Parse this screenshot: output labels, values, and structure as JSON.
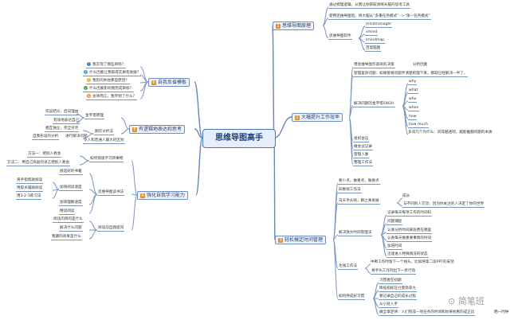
{
  "center": "思维导图高手",
  "branches": [
    {
      "id": "b1",
      "num": "1",
      "label": "思维导图原理",
      "children": [
        {
          "text": "通过梳理逻辑，从而让你获取清晰头脑的思考工具"
        },
        {
          "text": "使用思维导图后，将大脑从“多重任务模式”-->“单一任务模式”"
        },
        {
          "text": "思维导图软件",
          "children": [
            "mindmanager",
            "xmind",
            "imindmap",
            "百度脑图"
          ]
        }
      ]
    },
    {
      "id": "b2",
      "num": "2",
      "label": "大幅提升工作效率",
      "children": [
        {
          "text": "用思维导图作高效的决策",
          "note": "分析因素"
        },
        {
          "text": "管理复杂问题：如果能将问题弄清楚梳理下来，那就已经解决一半了。"
        },
        {
          "text": "解决问题的金字塔5W2H",
          "children": [
            "why",
            "what",
            "who",
            "when",
            "how",
            "how much"
          ],
          "note": "多问几个为什么：问得越透彻，越能推翻问题的本质"
        },
        {
          "text": "组织会议"
        },
        {
          "text": "做会议记录"
        },
        {
          "text": "管理人脉"
        },
        {
          "text": "整理工作法"
        }
      ]
    },
    {
      "id": "b3",
      "num": "3",
      "label": "轻松搞定时间管理",
      "children": [
        {
          "text": "要少点，做重点，做要点"
        },
        {
          "text": "四象限工作法"
        },
        {
          "text": "日天手头钱，瞬之事发展",
          "children": [
            "成长",
            "与不同的人交流：因为你关注的人决定了你的世界"
          ]
        },
        {
          "text": "解决放大时间管理法",
          "children": [
            "记录每天每项工作的时间码",
            "问题捕捉",
            "认真分析时间来浪费在哪里",
            "认真每天做重要事情的时间",
            "加倍时间",
            "迅速进入特殊情况的状态"
          ]
        },
        {
          "text": "毛线工作法",
          "children": [
            "中断工作时留下一个线头，比如将第二段PPT的安装",
            "将手头工作列出下一步行动"
          ]
        },
        {
          "text": "如何养成好习惯",
          "children": [
            "习惯者在初期",
            "降低指标压力变简单大",
            "要记录自己的成长过程",
            "从小处入手",
            "做全章定律：人们完成一项任务的时间和你将他看的成正比"
          ],
          "note": "晒一时钟"
        }
      ]
    },
    {
      "id": "b4",
      "num": "4",
      "label": "强化自我学习能力",
      "children": [
        {
          "text": "如何快速学习新事物",
          "children": [
            "方法一：把别人教会",
            "方法二：用自己高层的语言把别人教会"
          ]
        },
        {
          "text": "思维导图读书法",
          "children": [
            "挑选好的书籍",
            "加快阅读速度",
            "加快理解速度",
            "精读阅读"
          ],
          "sub2": [
            "将手指帮助阅读",
            "用胶水辅助阅读",
            "用3-2-1练习法"
          ]
        },
        {
          "text": "阅读前自我提问",
          "children": [
            "阅读的目的是什么",
            "解决什么问题",
            "我期的效果是什么"
          ]
        }
      ]
    },
    {
      "id": "b5",
      "num": "5",
      "label": "有逻辑地表达和思考",
      "children": [
        {
          "text": "金字塔原理",
          "children": [
            "先说结论，后说理由",
            "有效地表达自己"
          ]
        },
        {
          "text": "期饮分析法",
          "children": [
            "相互独立，完全穷尽",
            "自我形设的分析",
            "进行解决问题"
          ],
          "note2": "令人和普通人最大的区别"
        }
      ]
    },
    {
      "id": "b6",
      "num": "6",
      "label": "自我反省模板",
      "children": [
        {
          "text": "我实现了哪些目标？",
          "icon": "i-q"
        },
        {
          "text": "什么因素让我取得实质有进展？",
          "icon": "i-info"
        },
        {
          "text": "我犯的失败那些原因？",
          "icon": "i-warn"
        },
        {
          "text": "什么因素影响我完成目标？",
          "icon": "i-ok"
        },
        {
          "text": "总体而言，我学到了什么？",
          "icon": "i-tip"
        }
      ]
    }
  ],
  "watermark": "简笔班"
}
